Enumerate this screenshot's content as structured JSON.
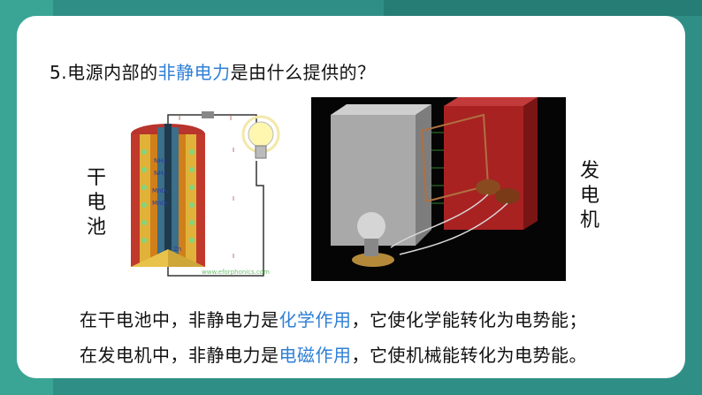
{
  "question": {
    "prefix": "5.电源内部的",
    "highlight": "非静电力",
    "suffix": "是由什么提供的？"
  },
  "battery_label": [
    "干",
    "电",
    "池"
  ],
  "generator_label": [
    "发",
    "电",
    "机"
  ],
  "battery_figure": {
    "labels": [
      "NH₄",
      "NH₄",
      "MnO₂",
      "MnO₂",
      "Zn"
    ],
    "watermark": "www.eforphonics.com",
    "current_labels": [
      "I",
      "I",
      "I",
      "I",
      "I"
    ]
  },
  "answers": [
    {
      "prefix": "在干电池中，非静电力是",
      "highlight": "化学作用",
      "suffix": "，它使化学能转化为电势能；"
    },
    {
      "prefix": "在发电机中，非静电力是",
      "highlight": "电磁作用",
      "suffix": "，它使机械能转化为电势能。"
    }
  ],
  "colors": {
    "accent": "#2f7fd6",
    "frame": "#2f8f86"
  }
}
